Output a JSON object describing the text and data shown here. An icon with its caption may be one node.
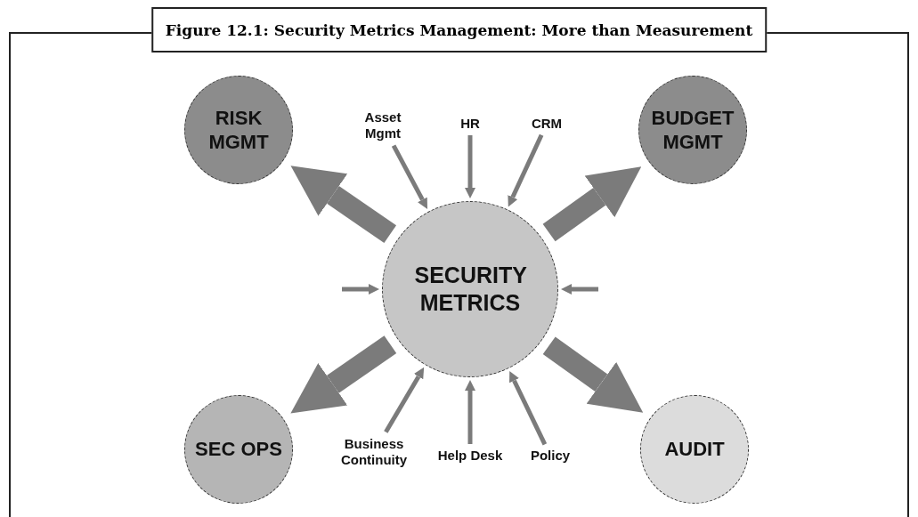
{
  "diagram": {
    "title": "Figure 12.1: Security Metrics Management: More than Measurement",
    "nodes": [
      {
        "text": [
          "RISK MGMT"
        ]
      },
      {
        "text": [
          "Asset Mgmt"
        ]
      },
      {
        "text": [
          "HR"
        ]
      },
      {
        "text": [
          "CRM"
        ]
      },
      {
        "text": [
          "BUDGET MGMT"
        ]
      },
      {
        "text": [
          "SECURITY METRICS"
        ]
      },
      {
        "text": [
          "SEC OPS"
        ]
      },
      {
        "text": [
          "Business Continuity"
        ]
      },
      {
        "text": [
          "Help Desk"
        ]
      },
      {
        "text": [
          "Policy"
        ]
      },
      {
        "text": [
          "AUDIT"
        ]
      }
    ],
    "edges": [
      {
        "from": 5,
        "to": 0,
        "arrow": "to",
        "style": "thick"
      },
      {
        "from": 5,
        "to": 4,
        "arrow": "to",
        "style": "thick"
      },
      {
        "from": 5,
        "to": 6,
        "arrow": "to",
        "style": "thick"
      },
      {
        "from": 5,
        "to": 10,
        "arrow": "to",
        "style": "thick"
      },
      {
        "from": 1,
        "to": 5,
        "arrow": "to"
      },
      {
        "from": 2,
        "to": 5,
        "arrow": "to"
      },
      {
        "from": 3,
        "to": 5,
        "arrow": "to"
      },
      {
        "from": null,
        "to": 5,
        "arrow": "to"
      },
      {
        "from": null,
        "to": 5,
        "arrow": "to"
      },
      {
        "from": 7,
        "to": 5,
        "arrow": "to"
      },
      {
        "from": 8,
        "to": 5,
        "arrow": "to"
      },
      {
        "from": 9,
        "to": 5,
        "arrow": "to"
      }
    ]
  }
}
